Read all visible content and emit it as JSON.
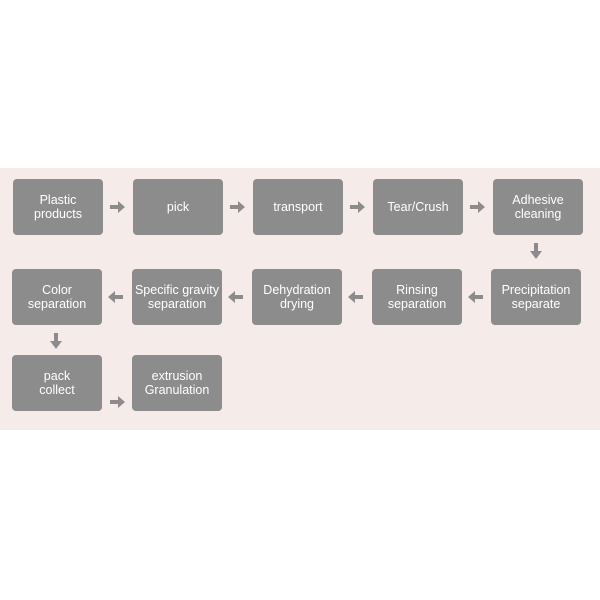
{
  "diagram": {
    "steps": [
      {
        "id": "plastic-products",
        "label": "Plastic\nproducts"
      },
      {
        "id": "pick",
        "label": "pick"
      },
      {
        "id": "transport",
        "label": "transport"
      },
      {
        "id": "tear-crush",
        "label": "Tear/Crush"
      },
      {
        "id": "adhesive-cleaning",
        "label": "Adhesive\ncleaning"
      },
      {
        "id": "precipitation-separate",
        "label": "Precipitation\nseparate"
      },
      {
        "id": "rinsing-separation",
        "label": "Rinsing\nseparation"
      },
      {
        "id": "dehydration-drying",
        "label": "Dehydration\ndrying"
      },
      {
        "id": "specific-gravity-separation",
        "label": "Specific gravity\nseparation"
      },
      {
        "id": "color-separation",
        "label": "Color\nseparation"
      },
      {
        "id": "pack-collect",
        "label": "pack\ncollect"
      },
      {
        "id": "extrusion-granulation",
        "label": "extrusion\nGranulation"
      }
    ],
    "colors": {
      "box": "#8c8c8c",
      "arrow": "#8c8c8c",
      "text": "#ffffff",
      "background": "#f5ecea"
    }
  }
}
